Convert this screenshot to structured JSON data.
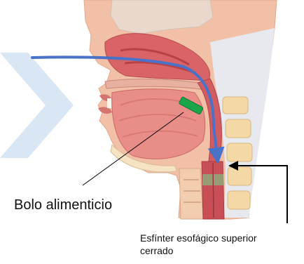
{
  "labels": {
    "bolus": "Bolo alimenticio",
    "sphincter_line1": "Esfínter esofágico superior",
    "sphincter_line2": "cerrado"
  },
  "colors": {
    "flow_arrow": "#4a72c8",
    "bolus": "#1aa548",
    "chevron_background": "#d9e6f4",
    "leader_lines": "#000000"
  },
  "icons": {
    "flow": "arrow-down-curved-icon",
    "pointer": "arrow-left-icon"
  }
}
